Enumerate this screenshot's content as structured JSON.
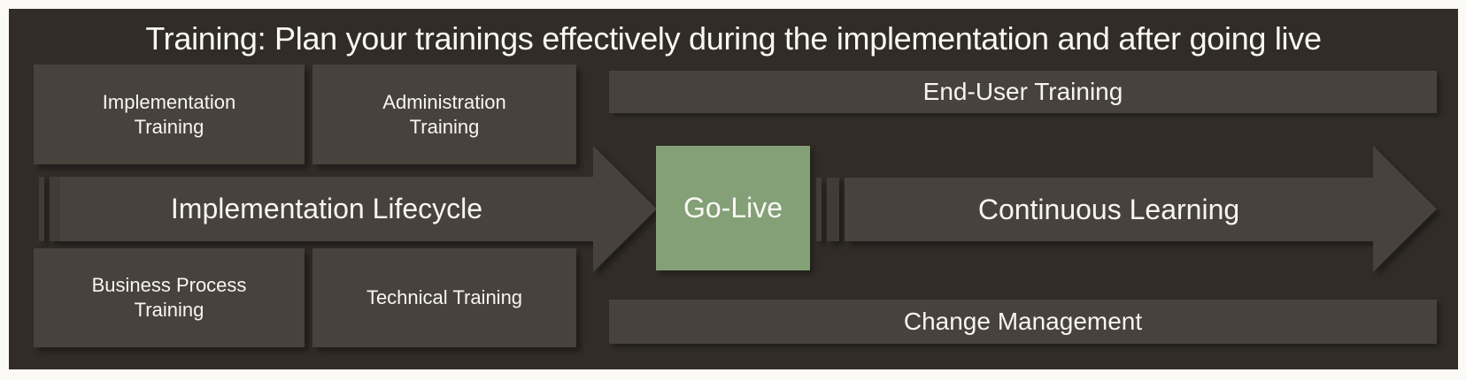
{
  "title": "Training: Plan your trainings effectively during the implementation and after going live",
  "boxes": {
    "implementation": {
      "label": "Implementation Training"
    },
    "administration": {
      "label": "Administration Training"
    },
    "business_process": {
      "label": "Business Process Training"
    },
    "technical": {
      "label": "Technical Training"
    }
  },
  "timeline": {
    "implementation_lifecycle": "Implementation Lifecycle",
    "go_live": "Go-Live",
    "continuous_learning": "Continuous Learning"
  },
  "bars": {
    "end_user": "End-User Training",
    "change_management": "Change Management"
  },
  "colors": {
    "page_bg": "#FBF9F5",
    "panel_bg": "#312C28",
    "shape_fill": "#48423D",
    "golive_green": "#84A077",
    "text": "#F7F5F2"
  }
}
